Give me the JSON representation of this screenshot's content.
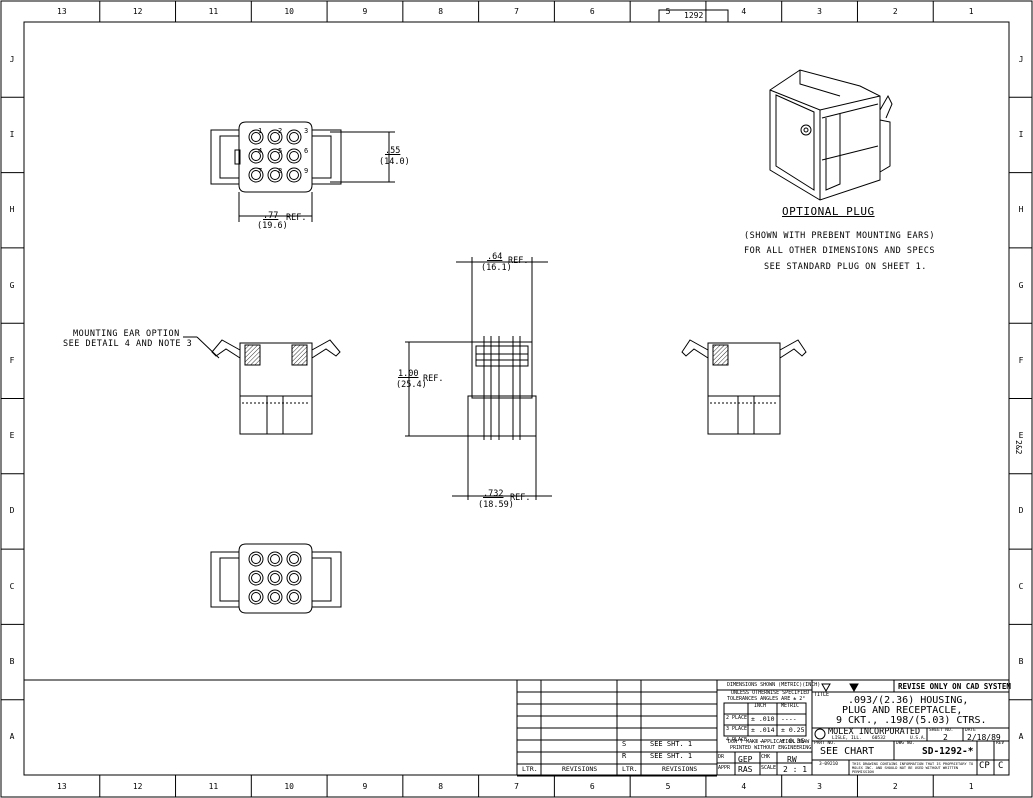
{
  "drawing": {
    "top_number": "1292",
    "side_number": "2&2",
    "zones_x": [
      "13",
      "12",
      "11",
      "10",
      "9",
      "8",
      "7",
      "6",
      "5",
      "4",
      "3",
      "2",
      "1"
    ],
    "zones_y": [
      "J",
      "I",
      "H",
      "G",
      "F",
      "E",
      "D",
      "C",
      "B",
      "A"
    ]
  },
  "dimensions": {
    "top_width": ".77",
    "top_width_mm": "(19.6)",
    "ref1": "REF.",
    "top_height": ".55",
    "top_height_mm": "(14.0)",
    "side_width": ".64",
    "side_width_mm": "(16.1)",
    "ref2": "REF.",
    "side_height": "1.00",
    "side_height_mm": "(25.4)",
    "ref3": "REF.",
    "bottom_width": ".732",
    "bottom_width_mm": "(18.59)",
    "ref4": "REF."
  },
  "pin_numbers": [
    "3",
    "2",
    "1",
    "6",
    "5",
    "4",
    "9",
    "8",
    "7"
  ],
  "notes": {
    "mounting_line1": "MOUNTING EAR OPTION",
    "mounting_line2": "SEE DETAIL 4 AND NOTE 3",
    "optional_title": "OPTIONAL PLUG",
    "optional_line1": "(SHOWN WITH PREBENT MOUNTING EARS)",
    "optional_line2": "FOR ALL OTHER DIMENSIONS AND SPECS",
    "optional_line3": "SEE STANDARD PLUG ON SHEET 1."
  },
  "revisions": {
    "rows": [
      {
        "ltr": "S",
        "text": "SEE SHT. 1"
      },
      {
        "ltr": "R",
        "text": "SEE SHT. 1"
      }
    ],
    "ltr_header": "LTR.",
    "rev_header": "REVISIONS"
  },
  "tolerance": {
    "header": "DIMENSIONS SHOWN (METRIC)(INCH)",
    "line2": "UNLESS OTHERWISE SPECIFIED",
    "line3": "TOLERANCES ANGLES ARE ± 2°",
    "col_inch": "INCH",
    "col_metric": "METRIC",
    "rows": [
      {
        "place": "2 PLACE",
        "inch": "± .010",
        "metric": "----"
      },
      {
        "place": "3 PLACE",
        "inch": "± .014",
        "metric": "± 0.25"
      },
      {
        "place": "4 PLACE",
        "inch": "----",
        "metric": "± 0.35"
      }
    ],
    "note1": "DON'T MAKE APPLICATION DRAW",
    "note2": "PRINTED WITHOUT ENGINEERING",
    "dr": "DR",
    "dr_val": "GEP",
    "chk": "CHK",
    "chk_val": "RW",
    "appr": "APPR",
    "appr_val": "RAS",
    "scale": "SCALE",
    "scale_val": "2 : 1"
  },
  "title_block": {
    "revise_note": "REVISE ONLY ON CAD SYSTEM",
    "title_label": "TITLE",
    "title1": ".093/(2.36) HOUSING,",
    "title2": "PLUG AND RECEPTACLE,",
    "title3": "9 CKT., .198/(5.03) CTRS.",
    "company": "MOLEX INCORPORATED",
    "city": "LISLE, ILL.",
    "zip": "60532",
    "country": "U.S.A.",
    "sheet_label": "SHEET NO.",
    "sheet_no": "2",
    "date_label": "DATE",
    "date": "2/18/89",
    "part_label": "PART NO.",
    "part_no": "SEE CHART",
    "dwg_label": "DWG NO.",
    "dwg_no": "SD-1292-*",
    "rev_label": "REV",
    "rev": "C",
    "cad_label": "CP",
    "copyright": "THIS DRAWING CONTAINS INFORMATION THAT IS PROPRIETARY TO MOLEX INC. AND SHOULD NOT BE USED WITHOUT WRITTEN PERMISSION",
    "file": "3-09210"
  }
}
